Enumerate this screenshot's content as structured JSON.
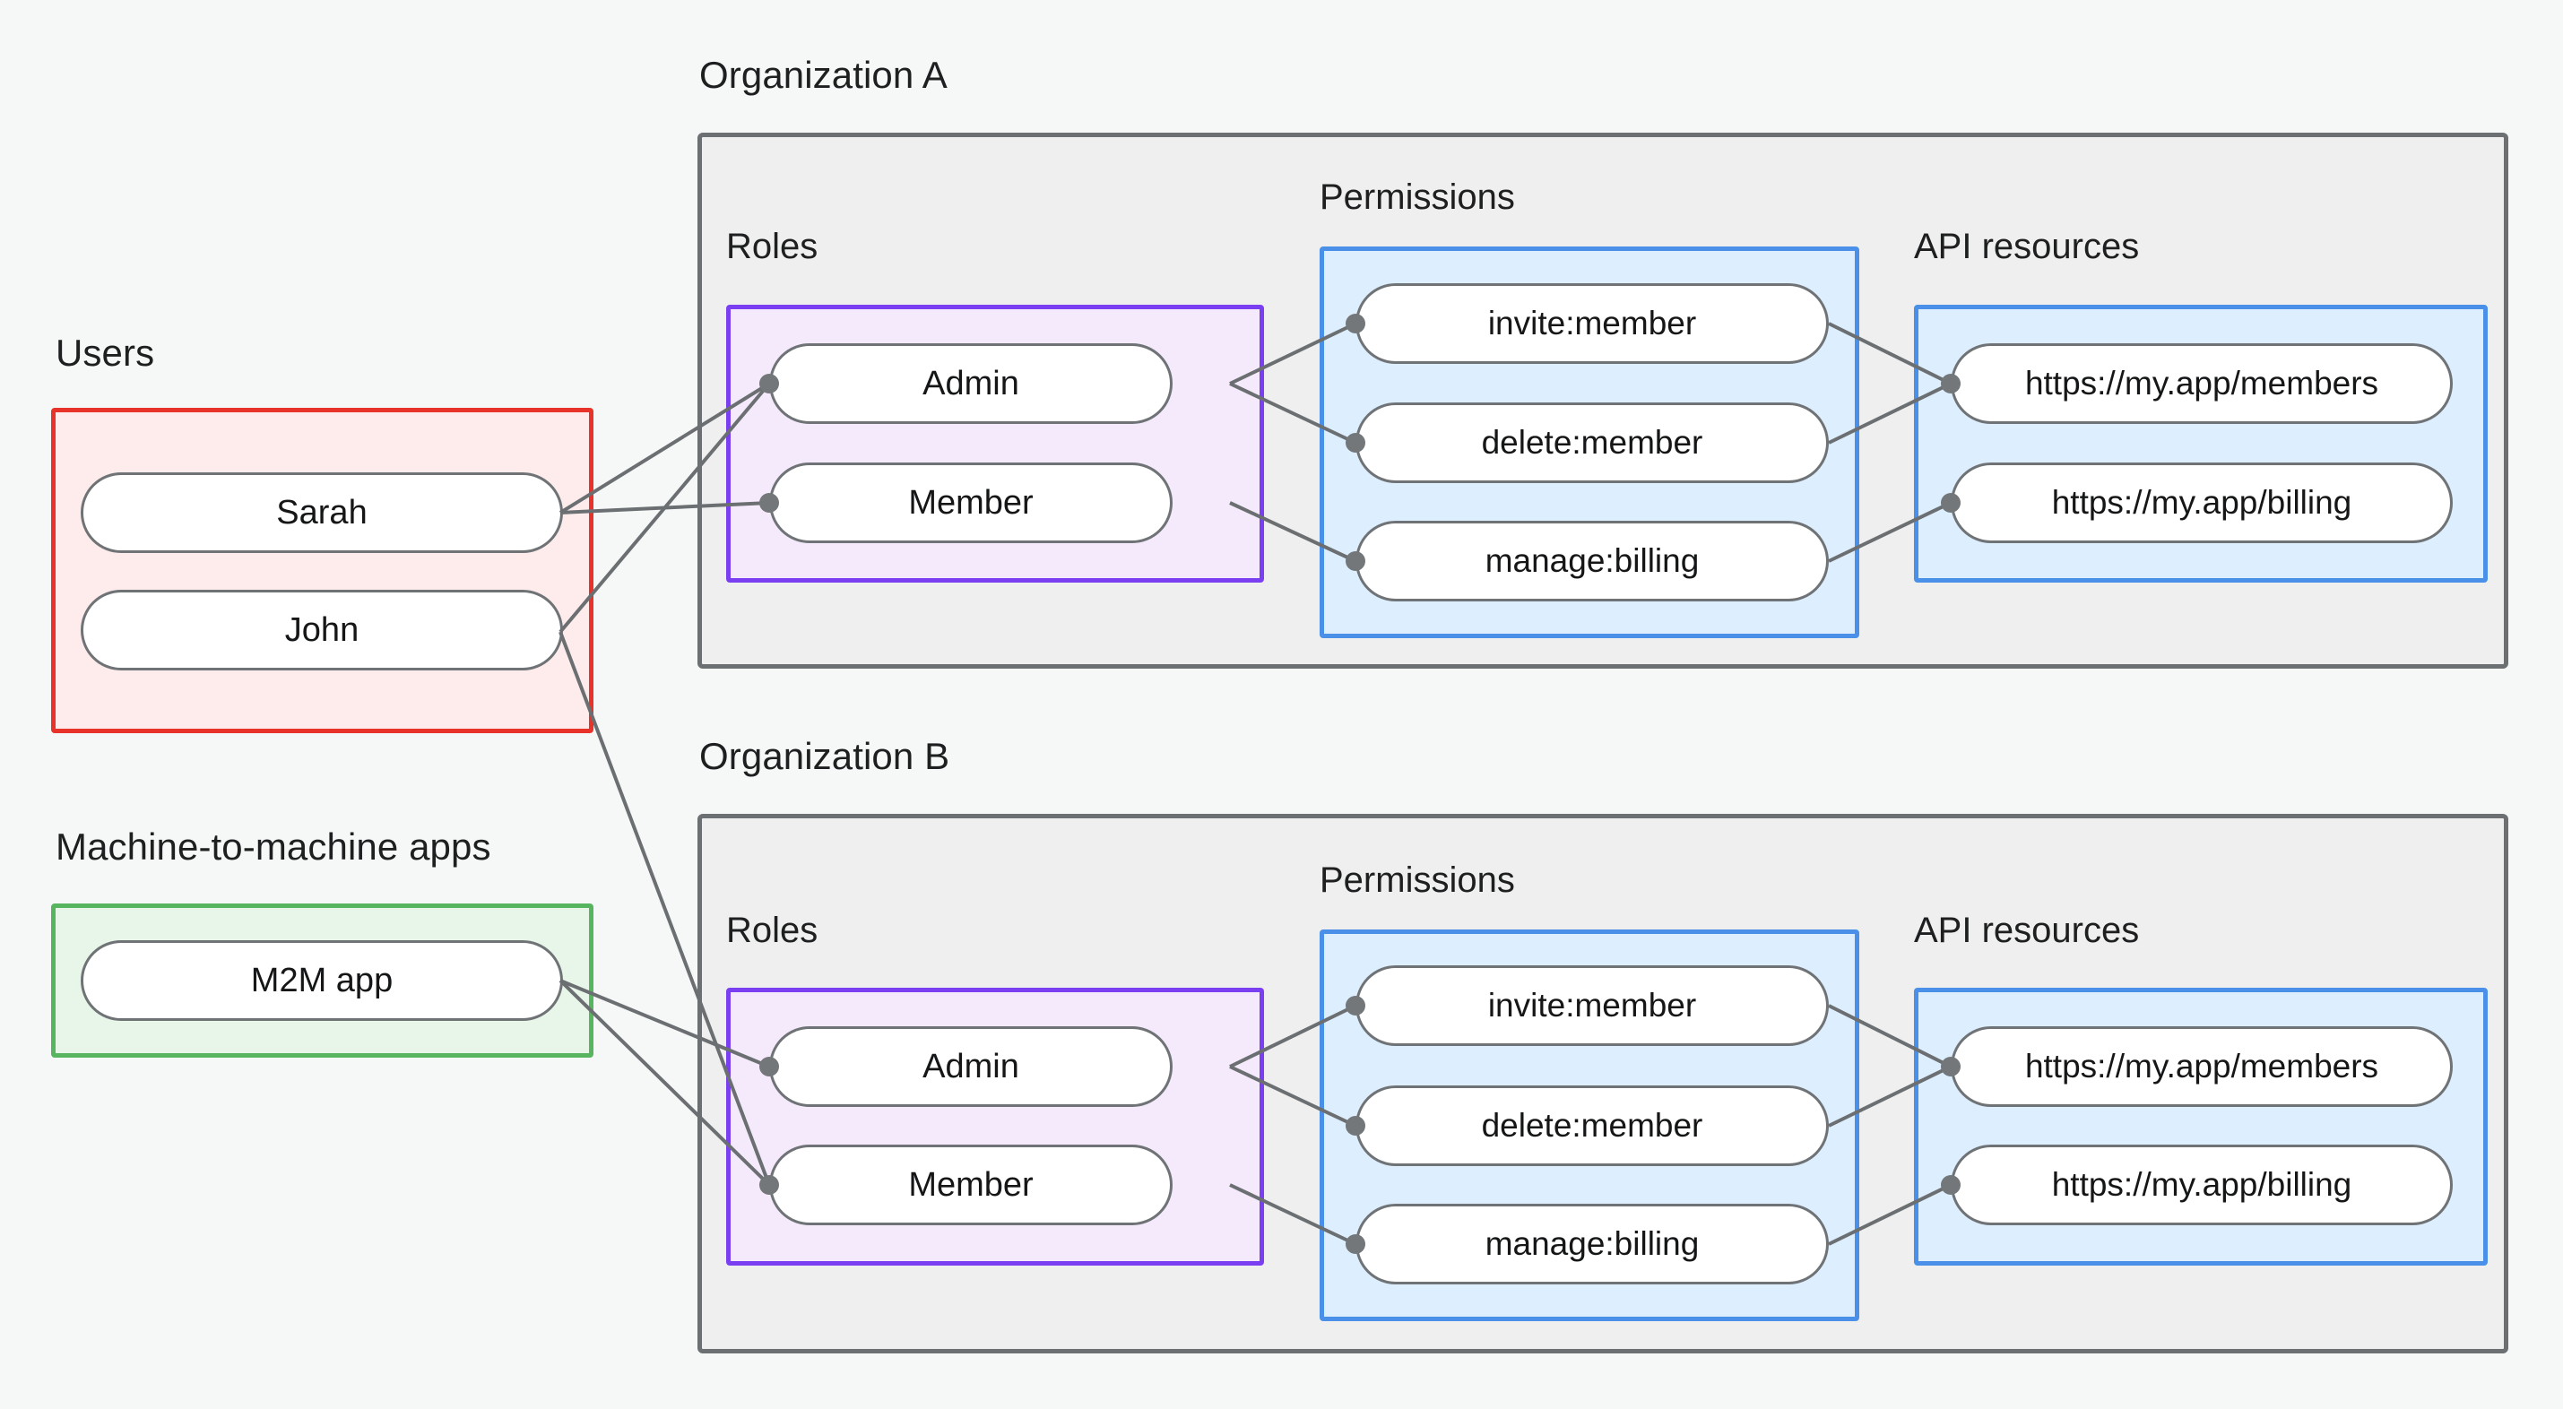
{
  "diagram": {
    "title_users": "Users",
    "title_m2m": "Machine-to-machine apps",
    "org_a_title": "Organization A",
    "org_b_title": "Organization B",
    "label_roles": "Roles",
    "label_permissions": "Permissions",
    "label_api_resources": "API resources"
  },
  "users": {
    "items": [
      {
        "label": "Sarah"
      },
      {
        "label": "John"
      }
    ]
  },
  "m2m": {
    "items": [
      {
        "label": "M2M app"
      }
    ]
  },
  "org_a": {
    "name": "Organization A",
    "roles": [
      {
        "label": "Admin"
      },
      {
        "label": "Member"
      }
    ],
    "permissions": [
      {
        "label": "invite:member"
      },
      {
        "label": "delete:member"
      },
      {
        "label": "manage:billing"
      }
    ],
    "api_resources": [
      {
        "label": "https://my.app/members"
      },
      {
        "label": "https://my.app/billing"
      }
    ]
  },
  "org_b": {
    "name": "Organization B",
    "roles": [
      {
        "label": "Admin"
      },
      {
        "label": "Member"
      }
    ],
    "permissions": [
      {
        "label": "invite:member"
      },
      {
        "label": "delete:member"
      },
      {
        "label": "manage:billing"
      }
    ],
    "api_resources": [
      {
        "label": "https://my.app/members"
      },
      {
        "label": "https://my.app/billing"
      }
    ]
  },
  "colors": {
    "page_background": "#f6f8f8",
    "users_border": "#e8332a",
    "users_fill": "#fdeceb",
    "m2m_border": "#57b45f",
    "m2m_fill": "#e8f6e9",
    "org_border": "#6c7073",
    "org_fill": "#eeefee",
    "roles_border": "#7b3ff2",
    "roles_fill": "#f4eafc",
    "permissions_border": "#4a90e8",
    "permissions_fill": "#ddeeff",
    "api_border": "#4a90e8",
    "api_fill": "#ddeeff",
    "pill_border": "#6f7376",
    "pill_fill": "#ffffff",
    "connector": "#6b6f72",
    "text": "#1d1f20"
  }
}
